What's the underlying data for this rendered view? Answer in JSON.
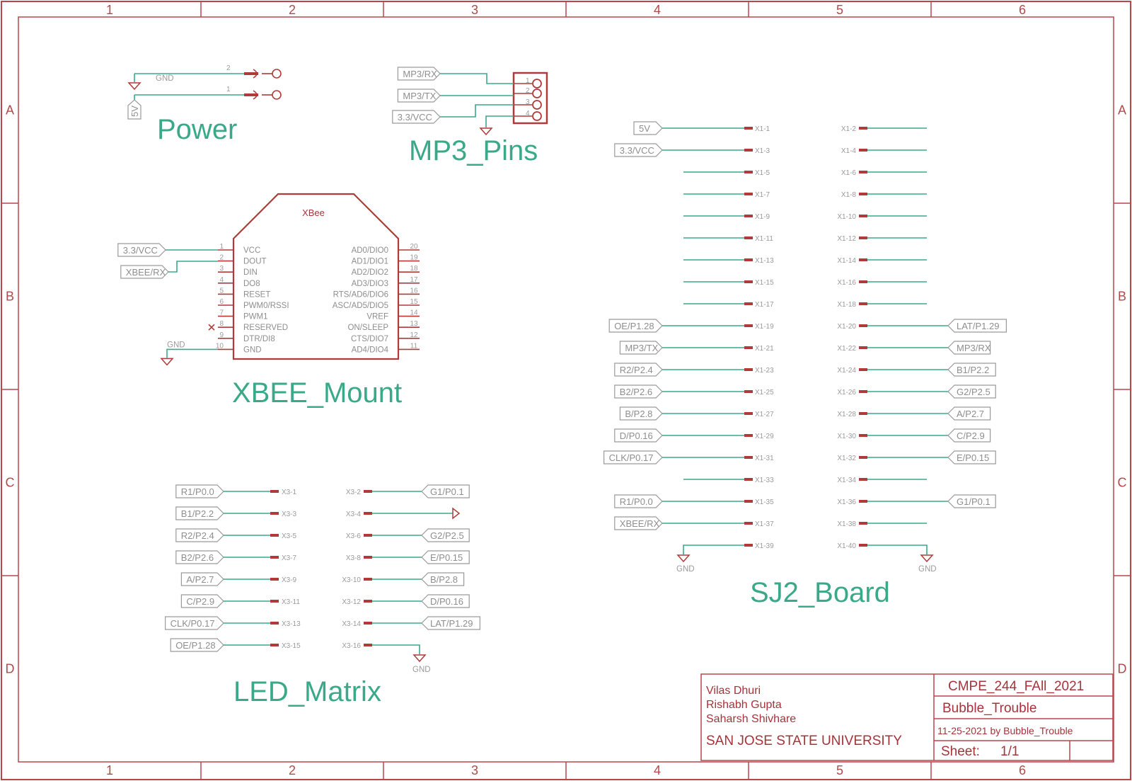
{
  "frame": {
    "columns": [
      "1",
      "2",
      "3",
      "4",
      "5",
      "6"
    ],
    "rows": [
      "A",
      "B",
      "C",
      "D"
    ]
  },
  "blocks": {
    "power": "Power",
    "mp3": "MP3_Pins",
    "xbee": "XBEE_Mount",
    "led": "LED_Matrix",
    "sj2": "SJ2_Board"
  },
  "power": {
    "gnd_label": "GND",
    "supply_label": "5V",
    "pin_top": "2",
    "pin_bottom": "1"
  },
  "mp3": {
    "labels": [
      "MP3/RX",
      "MP3/TX",
      "3.3/VCC"
    ],
    "pins": [
      "1",
      "2",
      "3",
      "4"
    ]
  },
  "xbee": {
    "part_name": "XBee",
    "left_pins": [
      "VCC",
      "DOUT",
      "DIN",
      "DO8",
      "RESET",
      "PWM0/RSSI",
      "PWM1",
      "RESERVED",
      "DTR/DI8",
      "GND"
    ],
    "left_nums": [
      "1",
      "2",
      "3",
      "4",
      "5",
      "6",
      "7",
      "8",
      "9",
      "10"
    ],
    "right_pins": [
      "AD0/DIO0",
      "AD1/DIO1",
      "AD2/DIO2",
      "AD3/DIO3",
      "RTS/AD6/DIO6",
      "ASC/AD5/DIO5",
      "VREF",
      "ON/SLEEP",
      "CTS/DIO7",
      "AD4/DIO4"
    ],
    "right_nums": [
      "20",
      "19",
      "18",
      "17",
      "16",
      "15",
      "14",
      "13",
      "12",
      "11"
    ],
    "vcc_label": "3.3/VCC",
    "rx_label": "XBEE/RX",
    "gnd_label": "GND"
  },
  "led": {
    "left_labels": [
      "R1/P0.0",
      "B1/P2.2",
      "R2/P2.4",
      "B2/P2.6",
      "A/P2.7",
      "C/P2.9",
      "CLK/P0.17",
      "OE/P1.28"
    ],
    "left_pins": [
      "X3-1",
      "X3-3",
      "X3-5",
      "X3-7",
      "X3-9",
      "X3-11",
      "X3-13",
      "X3-15"
    ],
    "right_pins": [
      "X3-2",
      "X3-4",
      "X3-6",
      "X3-8",
      "X3-10",
      "X3-12",
      "X3-14",
      "X3-16"
    ],
    "right_labels": [
      "G1/P0.1",
      "",
      "G2/P2.5",
      "E/P0.15",
      "B/P2.8",
      "D/P0.16",
      "LAT/P1.29",
      ""
    ],
    "gnd_label": "GND"
  },
  "sj2": {
    "left_pins": [
      "X1-1",
      "X1-3",
      "X1-5",
      "X1-7",
      "X1-9",
      "X1-11",
      "X1-13",
      "X1-15",
      "X1-17",
      "X1-19",
      "X1-21",
      "X1-23",
      "X1-25",
      "X1-27",
      "X1-29",
      "X1-31",
      "X1-33",
      "X1-35",
      "X1-37",
      "X1-39"
    ],
    "left_labels": [
      "5V",
      "3.3/VCC",
      "",
      "",
      "",
      "",
      "",
      "",
      "",
      "OE/P1.28",
      "MP3/TX",
      "R2/P2.4",
      "B2/P2.6",
      "B/P2.8",
      "D/P0.16",
      "CLK/P0.17",
      "",
      "R1/P0.0",
      "XBEE/RX",
      ""
    ],
    "right_pins": [
      "X1-2",
      "X1-4",
      "X1-6",
      "X1-8",
      "X1-10",
      "X1-12",
      "X1-14",
      "X1-16",
      "X1-18",
      "X1-20",
      "X1-22",
      "X1-24",
      "X1-26",
      "X1-28",
      "X1-30",
      "X1-32",
      "X1-34",
      "X1-36",
      "X1-38",
      "X1-40"
    ],
    "right_labels": [
      "",
      "",
      "",
      "",
      "",
      "",
      "",
      "",
      "",
      "LAT/P1.29",
      "MP3/RX",
      "B1/P2.2",
      "G2/P2.5",
      "A/P2.7",
      "C/P2.9",
      "E/P0.15",
      "",
      "G1/P0.1",
      "",
      ""
    ],
    "gnd_left": "GND",
    "gnd_right": "GND"
  },
  "title_block": {
    "authors": [
      "Vilas Dhuri",
      "Rishabh Gupta",
      "Saharsh Shivhare"
    ],
    "university": "SAN JOSE STATE UNIVERSITY",
    "course": "CMPE_244_FAll_2021",
    "project": "Bubble_Trouble",
    "date_line": "11-25-2021 by Bubble_Trouble",
    "sheet_label": "Sheet:",
    "sheet_value": "1/1"
  },
  "colors": {
    "frame": "#b7464a",
    "wire": "#3aa98a",
    "pin": "#b03a3a",
    "label_text": "#8e8e8e"
  }
}
